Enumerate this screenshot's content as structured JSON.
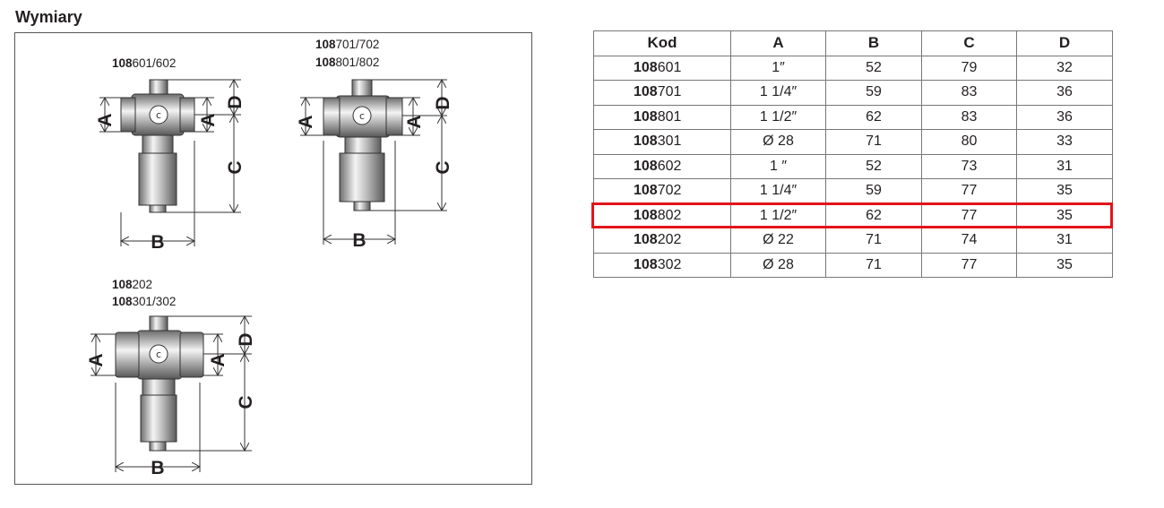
{
  "section": {
    "title": "Wymiary"
  },
  "drawings": {
    "labels": [
      {
        "bold": "108",
        "rest": "601/602"
      },
      {
        "bold": "108",
        "rest": "701/702"
      },
      {
        "bold": "108",
        "rest": "801/802"
      },
      {
        "bold": "108",
        "rest": "202"
      },
      {
        "bold": "108",
        "rest": "301/302"
      }
    ],
    "dim_letters": {
      "a": "A",
      "b": "B",
      "c": "C",
      "d": "D"
    }
  },
  "table": {
    "headers": [
      "Kod",
      "A",
      "B",
      "C",
      "D"
    ],
    "rows": [
      {
        "kod_bold": "108",
        "kod_rest": "601",
        "a": "1″",
        "b": "52",
        "c": "79",
        "d": "32"
      },
      {
        "kod_bold": "108",
        "kod_rest": "701",
        "a": "1 1/4″",
        "b": "59",
        "c": "83",
        "d": "36"
      },
      {
        "kod_bold": "108",
        "kod_rest": "801",
        "a": "1 1/2″",
        "b": "62",
        "c": "83",
        "d": "36"
      },
      {
        "kod_bold": "108",
        "kod_rest": "301",
        "a": "Ø 28",
        "b": "71",
        "c": "80",
        "d": "33"
      },
      {
        "kod_bold": "108",
        "kod_rest": "602",
        "a": "1 ″",
        "b": "52",
        "c": "73",
        "d": "31"
      },
      {
        "kod_bold": "108",
        "kod_rest": "702",
        "a": "1 1/4″",
        "b": "59",
        "c": "77",
        "d": "35"
      },
      {
        "kod_bold": "108",
        "kod_rest": "802",
        "a": "1 1/2″",
        "b": "62",
        "c": "77",
        "d": "35"
      },
      {
        "kod_bold": "108",
        "kod_rest": "202",
        "a": "Ø 22",
        "b": "71",
        "c": "74",
        "d": "31"
      },
      {
        "kod_bold": "108",
        "kod_rest": "302",
        "a": "Ø 28",
        "b": "71",
        "c": "77",
        "d": "35"
      }
    ],
    "highlight_color": "#e3141b"
  }
}
